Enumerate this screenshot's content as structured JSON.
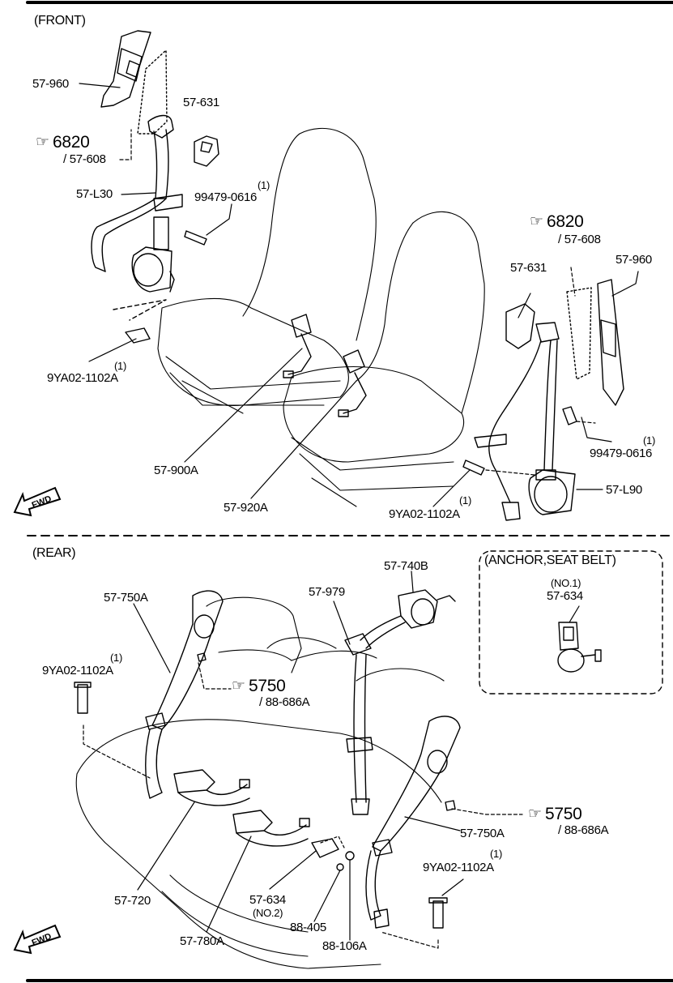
{
  "sections": {
    "front": "(FRONT)",
    "rear": "(REAR)",
    "anchor": "(ANCHOR,SEAT BELT)"
  },
  "fwd": "FWD",
  "front_labels": {
    "l_57_960_left": "57-960",
    "l_57_631_left": "57-631",
    "ref_left_main": "6820",
    "ref_left_sub": "/ 57-608",
    "l_57_L30": "57-L30",
    "l_99479_left_qty": "(1)",
    "l_99479_left": "99479-0616",
    "l_9YA02_left_qty": "(1)",
    "l_9YA02_left": "9YA02-1102A",
    "l_57_900A": "57-900A",
    "l_57_920A": "57-920A",
    "ref_right_main": "6820",
    "ref_right_sub": "/ 57-608",
    "l_57_631_right": "57-631",
    "l_57_960_right": "57-960",
    "l_99479_right_qty": "(1)",
    "l_99479_right": "99479-0616",
    "l_57_L90": "57-L90",
    "l_9YA02_right_qty": "(1)",
    "l_9YA02_right": "9YA02-1102A"
  },
  "rear_labels": {
    "l_57_750A_top": "57-750A",
    "l_57_979": "57-979",
    "l_57_740B": "57-740B",
    "anchor_qty": "(NO.1)",
    "anchor_part": "57-634",
    "l_9YA02_rl_qty": "(1)",
    "l_9YA02_rl": "9YA02-1102A",
    "ref_5750_a_main": "5750",
    "ref_5750_a_sub": "/ 88-686A",
    "ref_5750_b_main": "5750",
    "ref_5750_b_sub": "/ 88-686A",
    "l_57_750A_right": "57-750A",
    "l_9YA02_rr_qty": "(1)",
    "l_9YA02_rr": "9YA02-1102A",
    "l_57_720": "57-720",
    "l_57_780A": "57-780A",
    "l_57_634_no2": "57-634",
    "l_no2": "(NO.2)",
    "l_88_405": "88-405",
    "l_88_106A": "88-106A"
  }
}
